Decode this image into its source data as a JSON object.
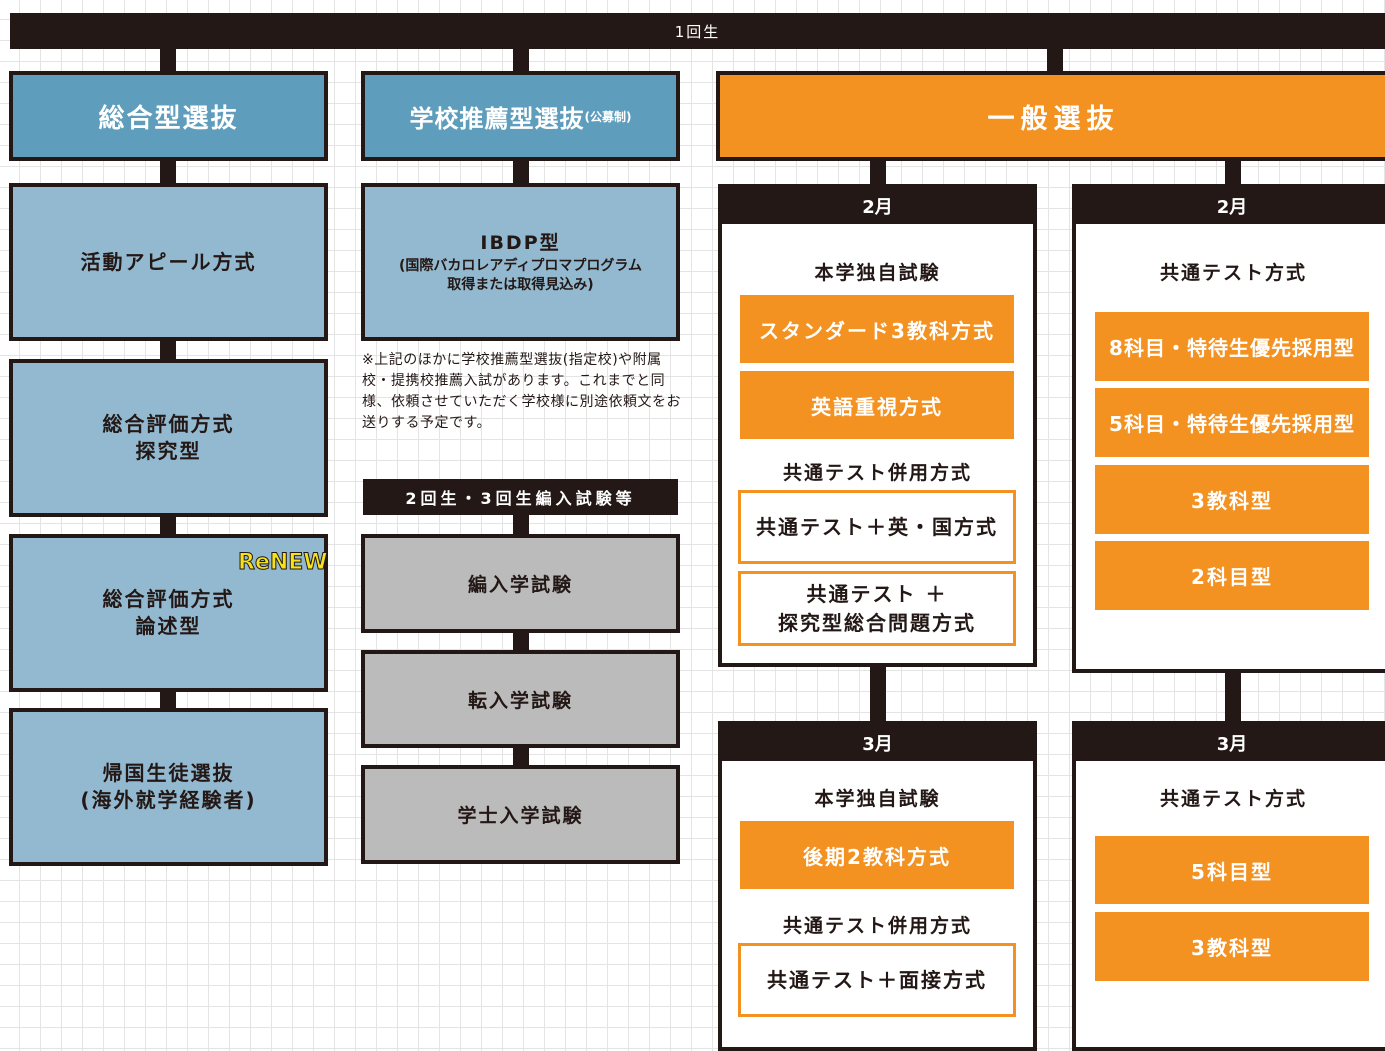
{
  "top_bar": "1回生",
  "col1": {
    "header": "総合型選抜",
    "items": [
      "活動アピール方式",
      "総合評価方式\n探究型",
      "総合評価方式\n論述型",
      "帰国生徒選抜\n(海外就学経験者)"
    ],
    "badge": "ReNEW"
  },
  "col2": {
    "header": "学校推薦型選抜",
    "header_suffix": "(公募制)",
    "ibdp_title": "IBDP型",
    "ibdp_sub": "(国際バカロレアディプロマプログラム\n取得または取得見込み)",
    "note": "※上記のほかに学校推薦型選抜(指定校)や附属校・提携校推薦入試があります。これまでと同様、依頼させていただく学校様に別途依頼文をお送りする予定です。",
    "transfer_header": "2回生・3回生編入試験等",
    "transfer_items": [
      "編入学試験",
      "転入学試験",
      "学士入学試験"
    ]
  },
  "col3": {
    "header": "一般選抜",
    "feb_left": {
      "month": "2月",
      "section1": "本学独自試験",
      "options1": [
        "スタンダード3教科方式",
        "英語重視方式"
      ],
      "section2": "共通テスト併用方式",
      "options2": [
        "共通テスト＋英・国方式",
        "共通テスト ＋\n探究型総合問題方式"
      ]
    },
    "feb_right": {
      "month": "2月",
      "section1": "共通テスト方式",
      "options1": [
        "8科目・特待生優先採用型",
        "5科目・特待生優先採用型",
        "3教科型",
        "2科目型"
      ]
    },
    "mar_left": {
      "month": "3月",
      "section1": "本学独自試験",
      "options1": [
        "後期2教科方式"
      ],
      "section2": "共通テスト併用方式",
      "options2": [
        "共通テスト＋面接方式"
      ]
    },
    "mar_right": {
      "month": "3月",
      "section1": "共通テスト方式",
      "options1": [
        "5科目型",
        "3教科型"
      ]
    }
  },
  "colors": {
    "blue_header": "#5f9dbc",
    "blue_box": "#93b9d0",
    "gray_box": "#bbbbbb",
    "orange": "#f39121",
    "dark": "#231815"
  }
}
